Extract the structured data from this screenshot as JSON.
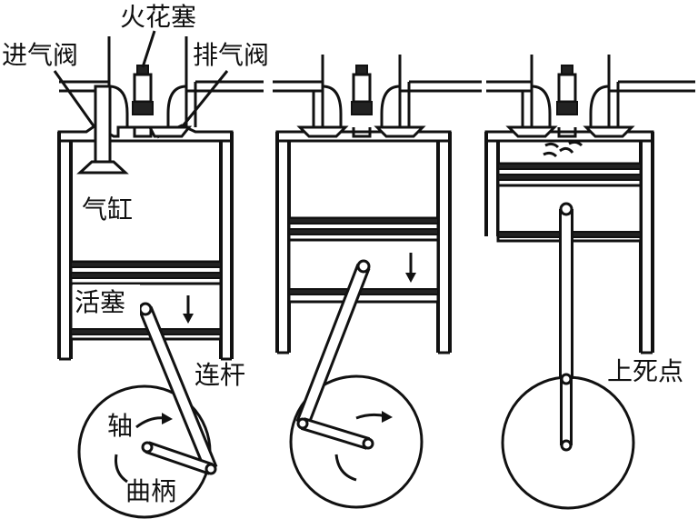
{
  "labels": {
    "spark_plug": "火花塞",
    "intake_valve": "进气阀",
    "exhaust_valve": "排气阀",
    "cylinder": "气缸",
    "piston": "活塞",
    "connecting_rod": "连杆",
    "shaft": "轴",
    "crank": "曲柄",
    "top_dead_center": "上死点"
  }
}
